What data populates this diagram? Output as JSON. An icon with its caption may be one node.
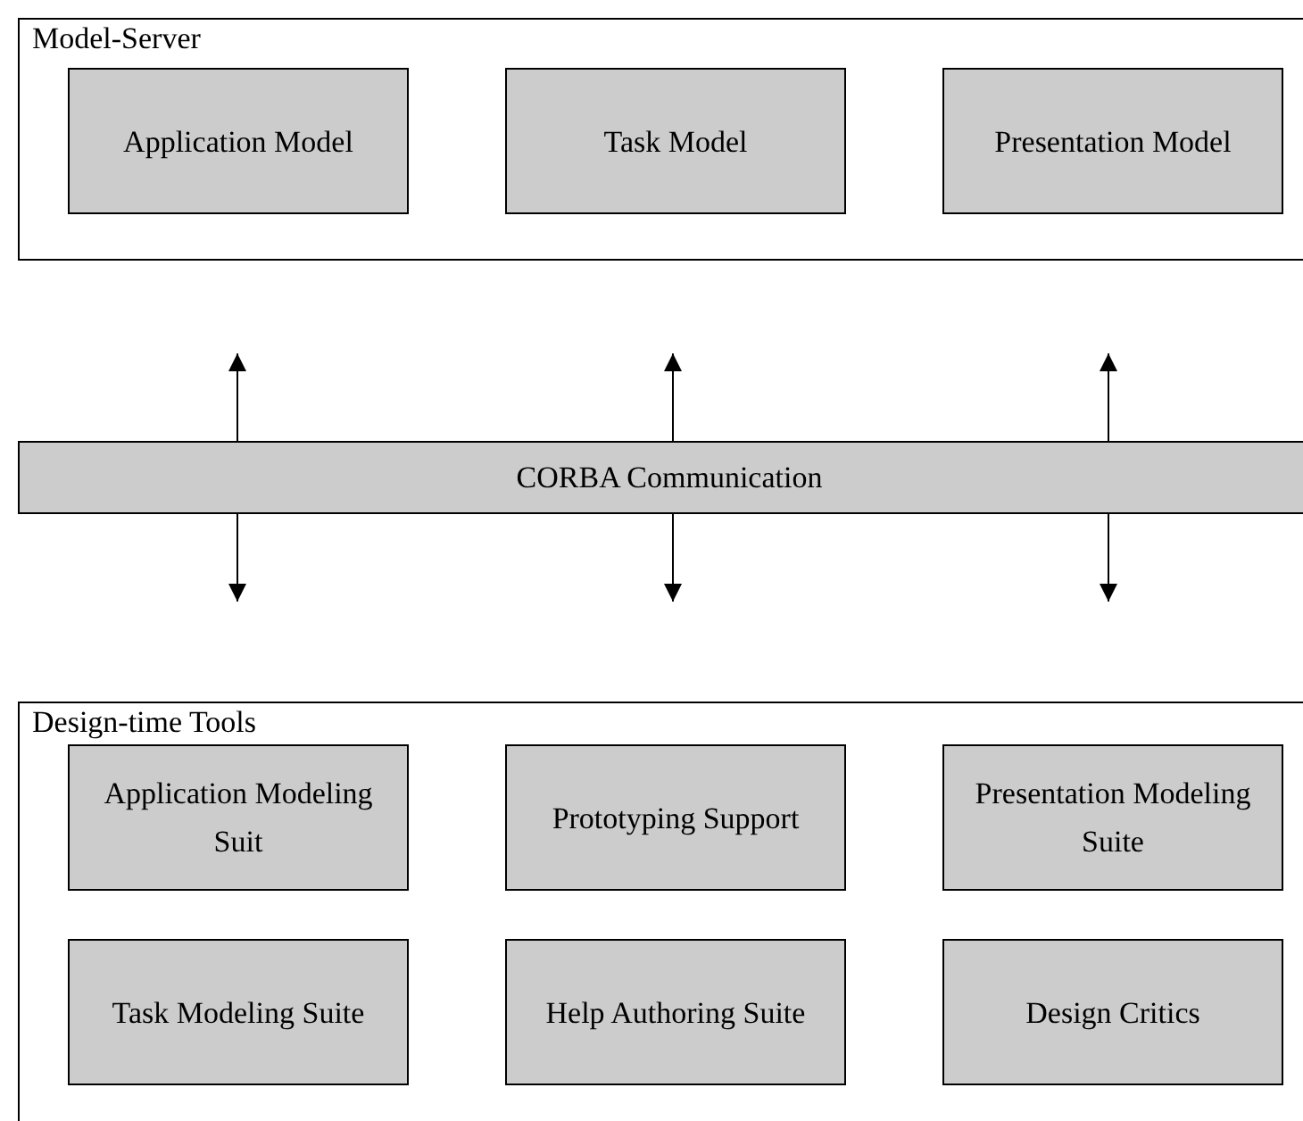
{
  "diagram": {
    "nodes": [
      {
        "text": [
          "Model-Server"
        ]
      },
      {
        "text": [
          "Application Model"
        ],
        "in": 0
      },
      {
        "text": [
          "Task Model"
        ],
        "in": 0
      },
      {
        "text": [
          "Presentation Model"
        ],
        "in": 0
      },
      {
        "text": [
          "CORBA Communication"
        ]
      },
      {
        "text": [
          "Design-time Tools"
        ]
      },
      {
        "text": [
          "Application Modeling Suit"
        ],
        "in": 5
      },
      {
        "text": [
          "Prototyping Support"
        ],
        "in": 5
      },
      {
        "text": [
          "Presentation Modeling Suite"
        ],
        "in": 5
      },
      {
        "text": [
          "Task Modeling Suite"
        ],
        "in": 5
      },
      {
        "text": [
          "Help Authoring Suite"
        ],
        "in": 5
      },
      {
        "text": [
          "Design Critics"
        ],
        "in": 5
      }
    ],
    "edges": [
      {
        "from": 4,
        "to": null,
        "arrow": "to"
      },
      {
        "from": 4,
        "to": null,
        "arrow": "to"
      },
      {
        "from": 4,
        "to": null,
        "arrow": "to"
      },
      {
        "from": 4,
        "to": null,
        "arrow": "to"
      },
      {
        "from": 4,
        "to": null,
        "arrow": "to"
      },
      {
        "from": 4,
        "to": null,
        "arrow": "to"
      }
    ]
  }
}
